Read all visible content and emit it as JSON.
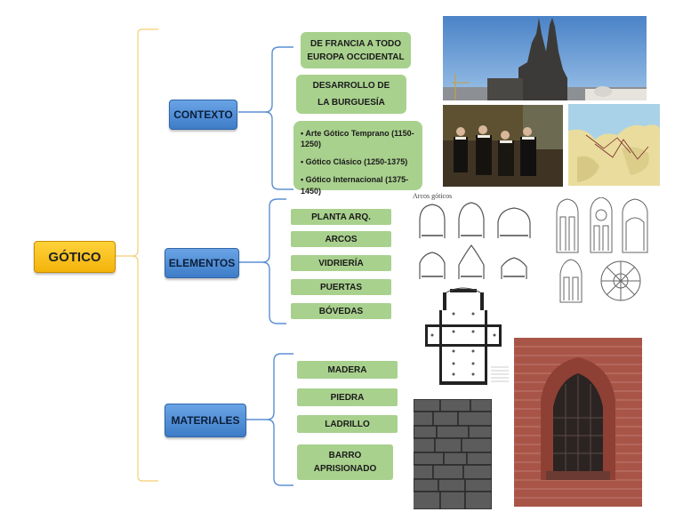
{
  "root": {
    "label": "GÓTICO"
  },
  "categories": [
    {
      "label": "CONTEXTO"
    },
    {
      "label": "ELEMENTOS"
    },
    {
      "label": "MATERIALES"
    }
  ],
  "contexto": {
    "item1_line1": "DE FRANCIA A TODO",
    "item1_line2": "EUROPA OCCIDENTAL",
    "item2_line1": "DESARROLLO DE",
    "item2_line2": "LA BURGUESÍA",
    "periods": [
      "• Arte Gótico Temprano (1150-1250)",
      "• Gótico Clásico (1250-1375)",
      "• Gótico Internacional (1375-1450)"
    ]
  },
  "elementos": [
    {
      "label": "PLANTA ARQ."
    },
    {
      "label": "ARCOS"
    },
    {
      "label": "VIDRIERÍA"
    },
    {
      "label": "PUERTAS"
    },
    {
      "label": "BÓVEDAS"
    }
  ],
  "materiales": {
    "items": [
      {
        "label": "MADERA"
      },
      {
        "label": "PIEDRA"
      },
      {
        "label": "LADRILLO"
      }
    ],
    "last_line1": "BARRO",
    "last_line2": "APRISIONADO"
  },
  "images": {
    "arcos_caption": "Arcos góticos"
  },
  "colors": {
    "root": "#f3b30a",
    "category": "#3e7cc8",
    "leaf": "#a9d18e",
    "root_bracket": "#f5d58a",
    "cat_bracket": "#5b8fd4"
  }
}
